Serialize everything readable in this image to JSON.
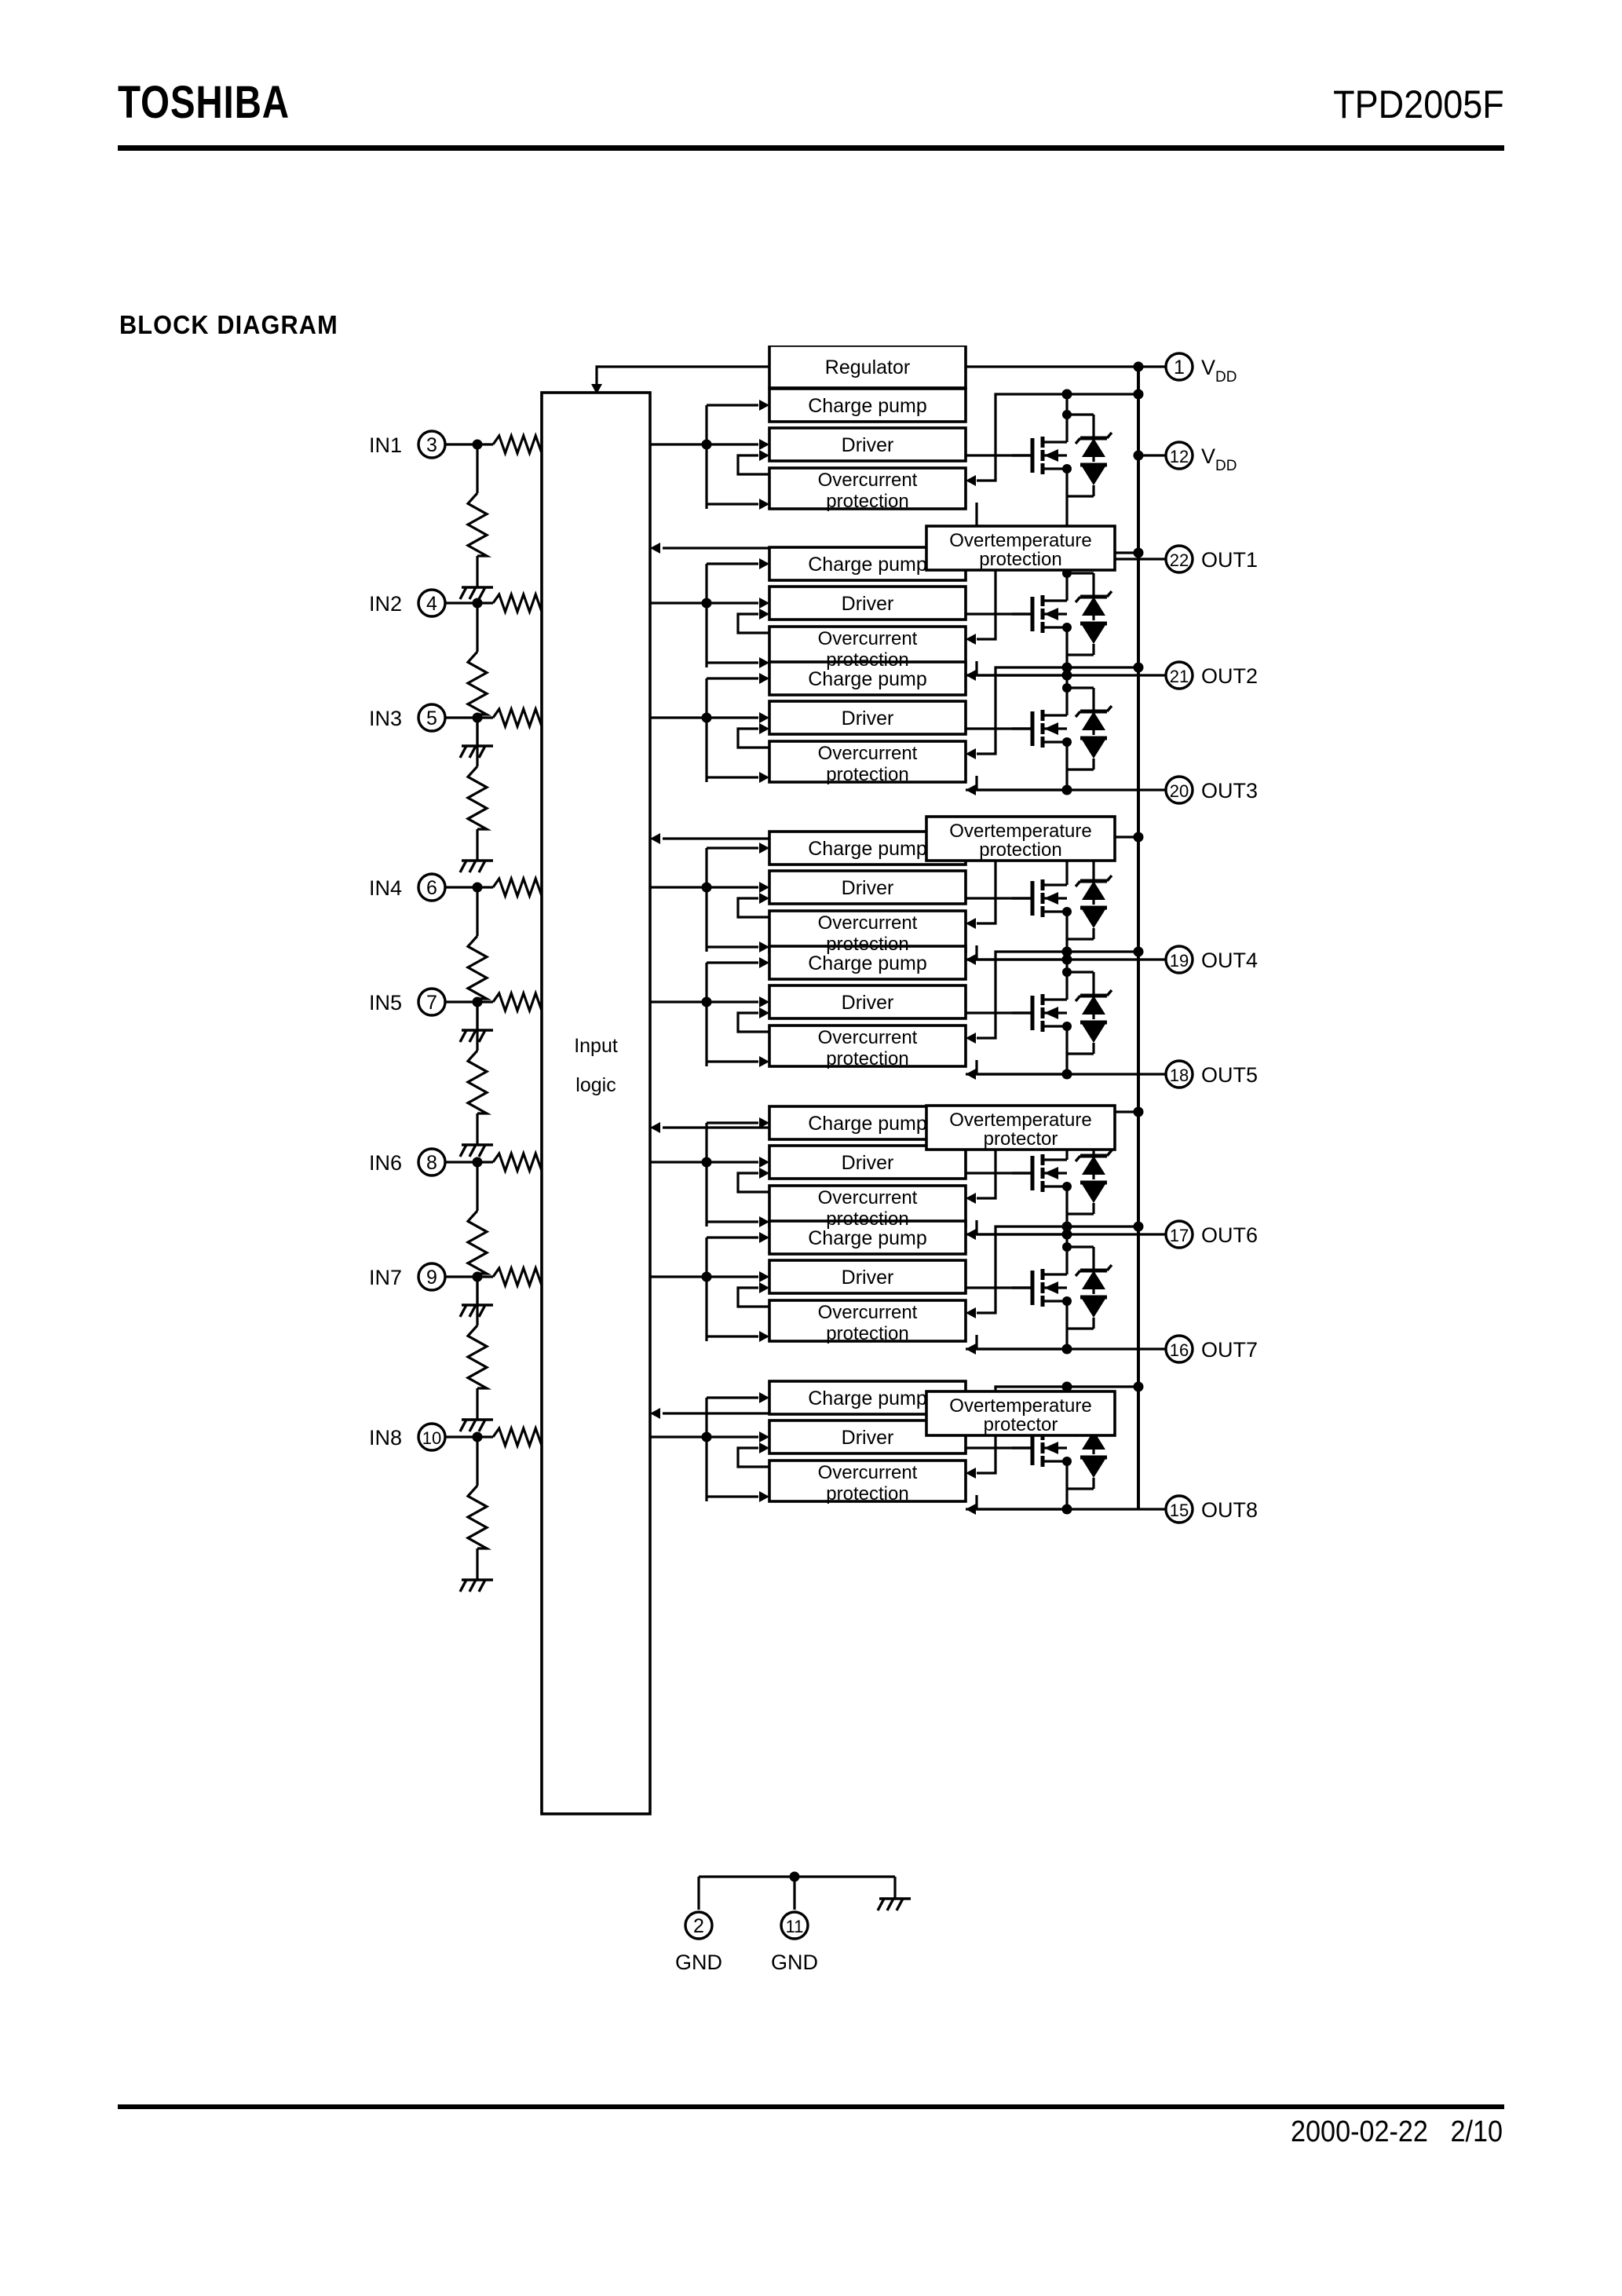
{
  "header": {
    "brand": "TOSHIBA",
    "part_number": "TPD2005F"
  },
  "section": {
    "title": "BLOCK  DIAGRAM"
  },
  "footer": {
    "text": "2000-02-22   2/10"
  },
  "diagram": {
    "input_logic_label_line1": "Input",
    "input_logic_label_line2": "logic",
    "regulator_label": "Regulator",
    "charge_pump_label": "Charge pump",
    "driver_label": "Driver",
    "overcurrent_line1": "Overcurrent",
    "overcurrent_line2": "protection",
    "overtemp_line1": "Overtemperature",
    "overtemp_protection": "protection",
    "overtemp_protector": "protector",
    "inputs": [
      {
        "label": "IN1",
        "pin": "3"
      },
      {
        "label": "IN2",
        "pin": "4"
      },
      {
        "label": "IN3",
        "pin": "5"
      },
      {
        "label": "IN4",
        "pin": "6"
      },
      {
        "label": "IN5",
        "pin": "7"
      },
      {
        "label": "IN6",
        "pin": "8"
      },
      {
        "label": "IN7",
        "pin": "9"
      },
      {
        "label": "IN8",
        "pin": "10"
      }
    ],
    "outputs": [
      {
        "label": "OUT1",
        "pin": "22"
      },
      {
        "label": "OUT2",
        "pin": "21"
      },
      {
        "label": "OUT3",
        "pin": "20"
      },
      {
        "label": "OUT4",
        "pin": "19"
      },
      {
        "label": "OUT5",
        "pin": "18"
      },
      {
        "label": "OUT6",
        "pin": "17"
      },
      {
        "label": "OUT7",
        "pin": "16"
      },
      {
        "label": "OUT8",
        "pin": "15"
      }
    ],
    "power_pins": [
      {
        "label": "V",
        "sub": "DD",
        "pin": "1"
      },
      {
        "label": "V",
        "sub": "DD",
        "pin": "12"
      }
    ],
    "ground_pins": [
      {
        "label": "GND",
        "pin": "2"
      },
      {
        "label": "GND",
        "pin": "11"
      }
    ],
    "overtemp_blocks": [
      {
        "line2": "protection"
      },
      {
        "line2": "protection"
      },
      {
        "line2": "protector"
      },
      {
        "line2": "protector"
      }
    ]
  },
  "colors": {
    "ink": "#000000",
    "paper": "#ffffff"
  }
}
